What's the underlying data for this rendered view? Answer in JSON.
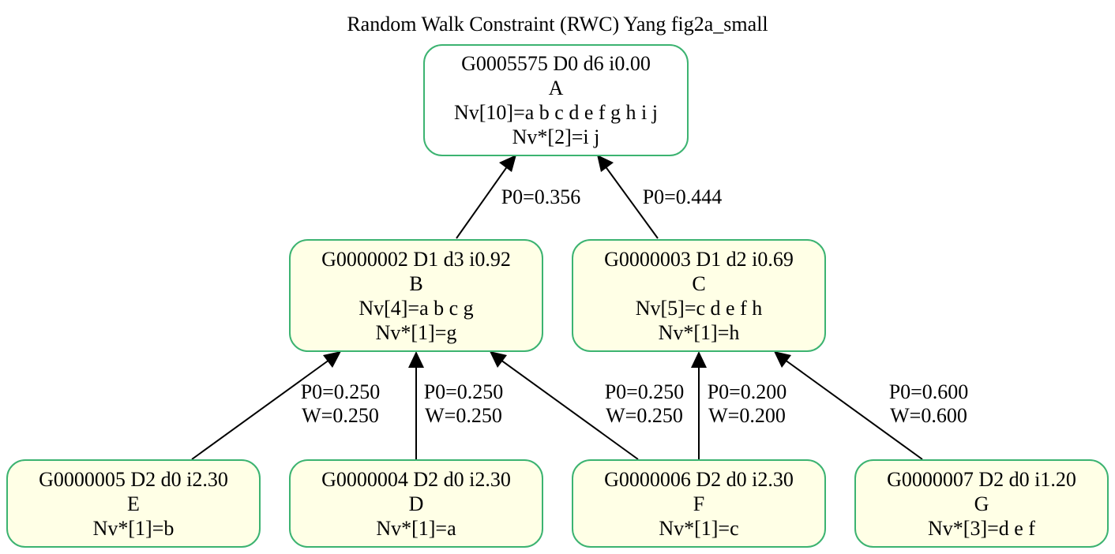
{
  "title": "Random Walk Constraint (RWC) Yang fig2a_small",
  "nodes": {
    "A": {
      "line1": "G0005575 D0 d6 i0.00",
      "line2": "A",
      "line3": "Nv[10]=a b c d e f g h i j",
      "line4": "Nv*[2]=i j"
    },
    "B": {
      "line1": "G0000002 D1 d3 i0.92",
      "line2": "B",
      "line3": "Nv[4]=a b c g",
      "line4": "Nv*[1]=g"
    },
    "C": {
      "line1": "G0000003 D1 d2 i0.69",
      "line2": "C",
      "line3": "Nv[5]=c d e f h",
      "line4": "Nv*[1]=h"
    },
    "E": {
      "line1": "G0000005 D2 d0 i2.30",
      "line2": "E",
      "line3": "Nv*[1]=b"
    },
    "D": {
      "line1": "G0000004 D2 d0 i2.30",
      "line2": "D",
      "line3": "Nv*[1]=a"
    },
    "F": {
      "line1": "G0000006 D2 d0 i2.30",
      "line2": "F",
      "line3": "Nv*[1]=c"
    },
    "G": {
      "line1": "G0000007 D2 d0 i1.20",
      "line2": "G",
      "line3": "Nv*[3]=d e f"
    }
  },
  "edges": {
    "B_A": {
      "p0": "P0=0.356"
    },
    "C_A": {
      "p0": "P0=0.444"
    },
    "E_B": {
      "p0": "P0=0.250",
      "w": "W=0.250"
    },
    "D_B": {
      "p0": "P0=0.250",
      "w": "W=0.250"
    },
    "F_B": {
      "p0": "P0=0.250",
      "w": "W=0.250"
    },
    "F_C": {
      "p0": "P0=0.200",
      "w": "W=0.200"
    },
    "G_C": {
      "p0": "P0=0.600",
      "w": "W=0.600"
    }
  },
  "colors": {
    "node_border": "#3cb371",
    "root_fill": "#ffffff",
    "leaf_fill": "#ffffe6",
    "edge": "#000000"
  }
}
